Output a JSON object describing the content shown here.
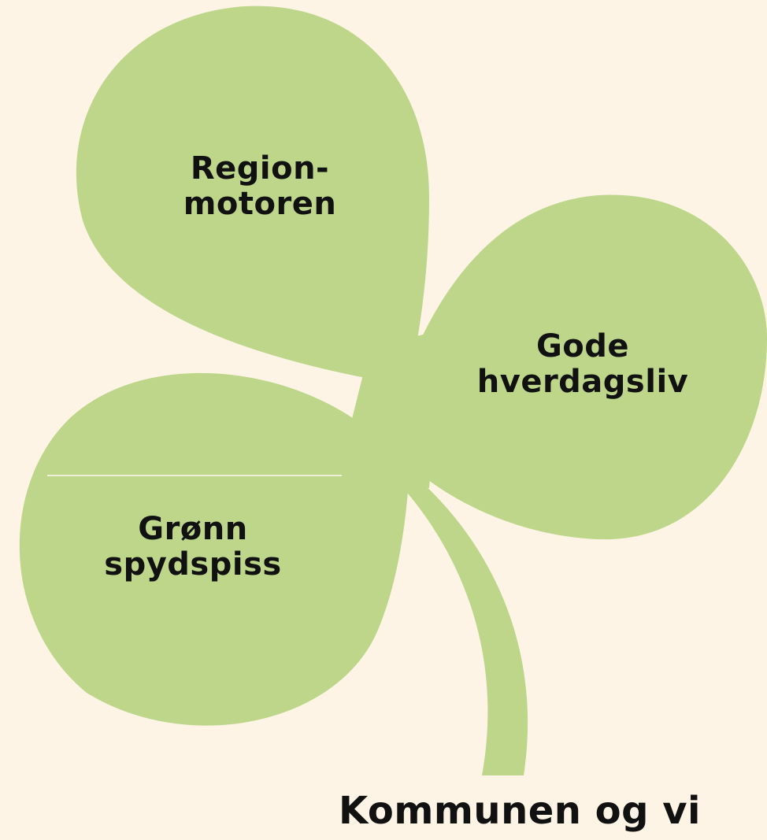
{
  "colors": {
    "background": "#fdf4e5",
    "leaf": "#bdd68a",
    "text": "#111111"
  },
  "leaves": {
    "top": {
      "line1": "Region-",
      "line2": "motoren"
    },
    "right": {
      "line1": "Gode",
      "line2": "hverdagsliv"
    },
    "left": {
      "line1": "Grønn",
      "line2": "spydspiss"
    }
  },
  "caption": "Kommunen og vi"
}
